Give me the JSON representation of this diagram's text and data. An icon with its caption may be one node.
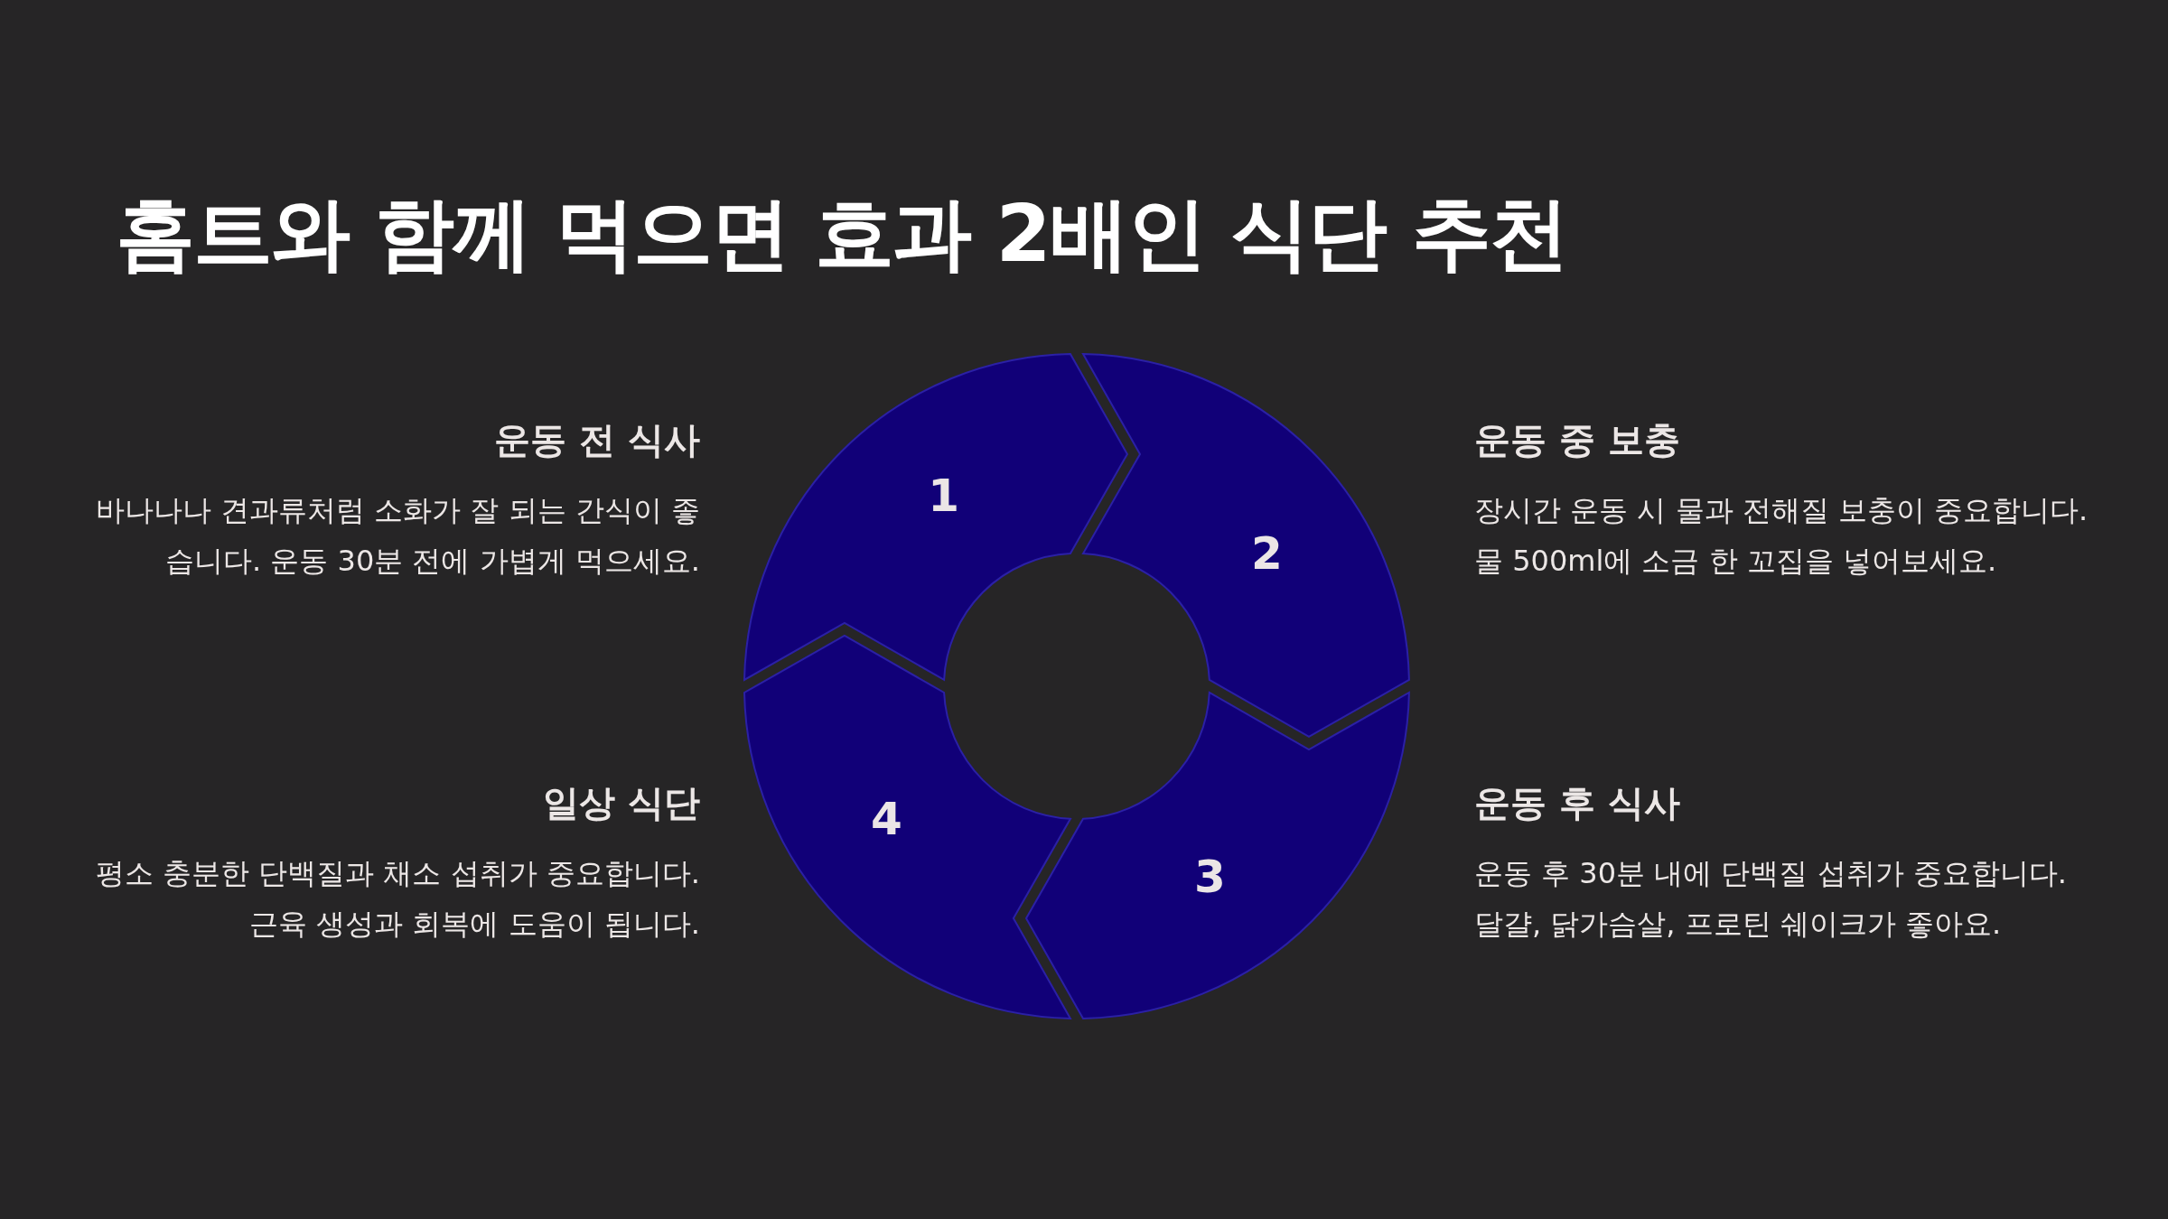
{
  "diagram": {
    "title": "홈트와 함께 먹으면 효과 2배인 식단 추천",
    "nodes": [
      {
        "text": [
          "1"
        ]
      },
      {
        "text": [
          "2"
        ]
      },
      {
        "text": [
          "3"
        ]
      },
      {
        "text": [
          "4"
        ]
      }
    ],
    "labels": [
      "운동 전 식사",
      "바나나나 견과류처럼 소화가 잘 되는 간식이 좋습니다. 운동 30분 전에 가볍게 먹으세요.",
      "운동 중 보충",
      "장시간 운동 시 물과 전해질 보충이 중요합니다. 물 500ml에 소금 한 꼬집을 넣어보세요.",
      "일상 식단",
      "평소 충분한 단백질과 채소 섭취가 중요합니다. 근육 생성과 회복에 도움이 됩니다.",
      "운동 후 식사",
      "운동 후 30분 내에 단백질 섭취가 중요합니다. 달걀, 닭가슴살, 프로틴 쉐이크가 좋아요."
    ]
  }
}
